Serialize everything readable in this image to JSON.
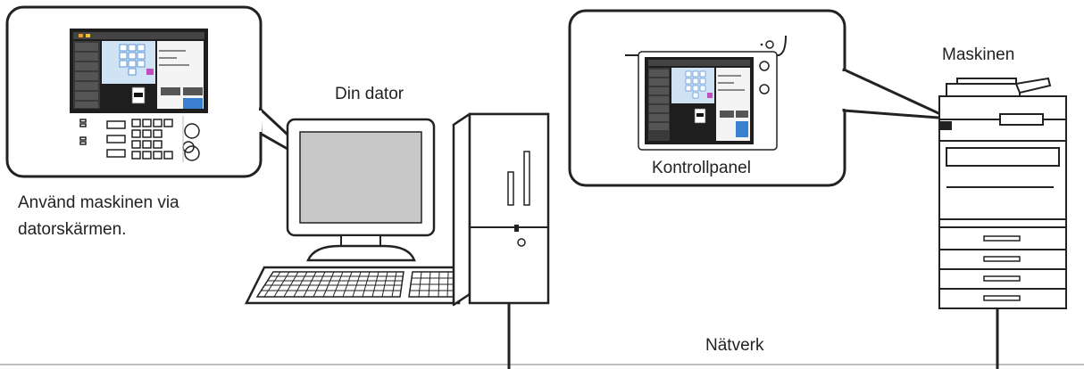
{
  "labels": {
    "computer": "Din dator",
    "machine": "Maskinen",
    "control_panel": "Kontrollpanel",
    "network": "Nätverk",
    "use_line1": "Använd maskinen via",
    "use_line2": "datorskärmen."
  },
  "colors": {
    "outline": "#222222",
    "screen_grey": "#c8c8c8",
    "panel_dark": "#2a2a2a",
    "panel_blue": "#cfe3f5",
    "ui_blue": "#3a7fd0"
  }
}
